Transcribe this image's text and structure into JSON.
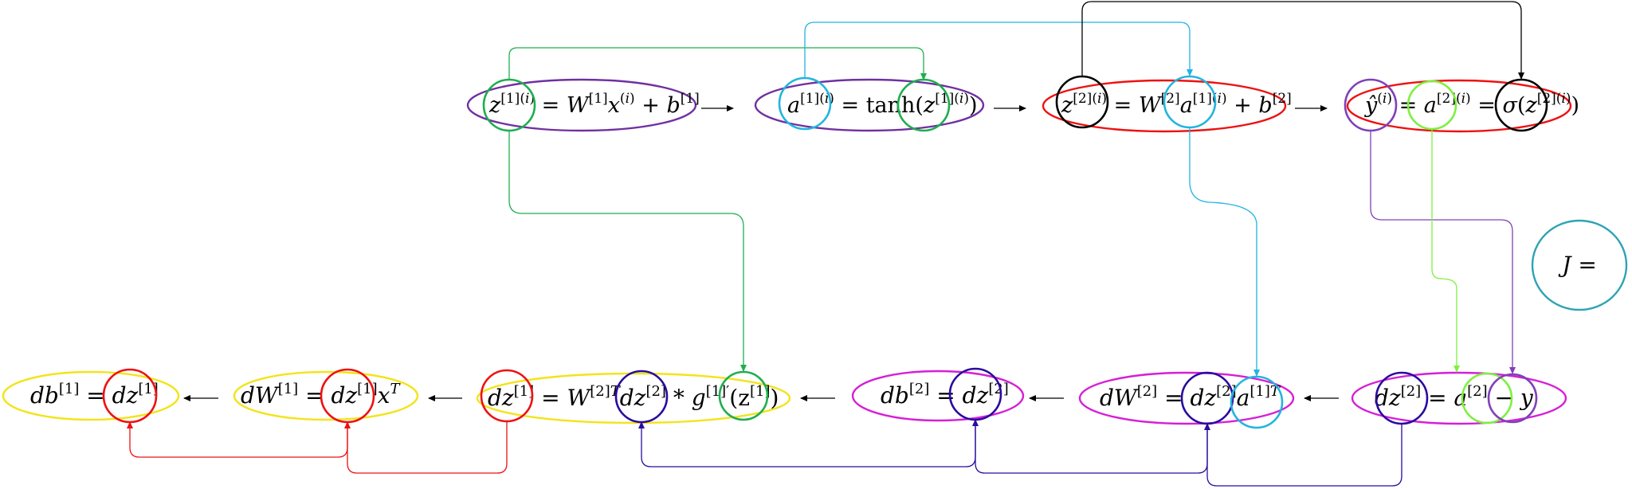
{
  "colors": {
    "purple": "#7030a0",
    "green": "#1fae4f",
    "cyan": "#22b4e0",
    "red": "#ee1111",
    "black": "#000000",
    "yellow": "#f2e41a",
    "magenta": "#d61fd6",
    "navy": "#2a0aa0",
    "lime": "#7ef040",
    "violet": "#8040b8",
    "teal": "#2fa3b3"
  },
  "forward": {
    "eq1": "z[1](i) = W[1]x(i) + b[1]",
    "eq2": "a[1](i) = tanh(z[1](i))",
    "eq3": "z[2](i) = W[2]a[1](i) + b[2]",
    "eq4": "ŷ(i) = a[2](i) = σ(z[2](i))"
  },
  "cost": "J =",
  "backward": {
    "eq1": "db[1] = dz[1]",
    "eq2": "dW[1] = dz[1]xT",
    "eq3": "dz[1] = W[2]T dz[2] * g[1]′(z[1])",
    "eq4": "db[2] = dz[2]",
    "eq5": "dW[2] = dz[2]a[1]T",
    "eq6": "dz[2] = a[2] − y"
  }
}
